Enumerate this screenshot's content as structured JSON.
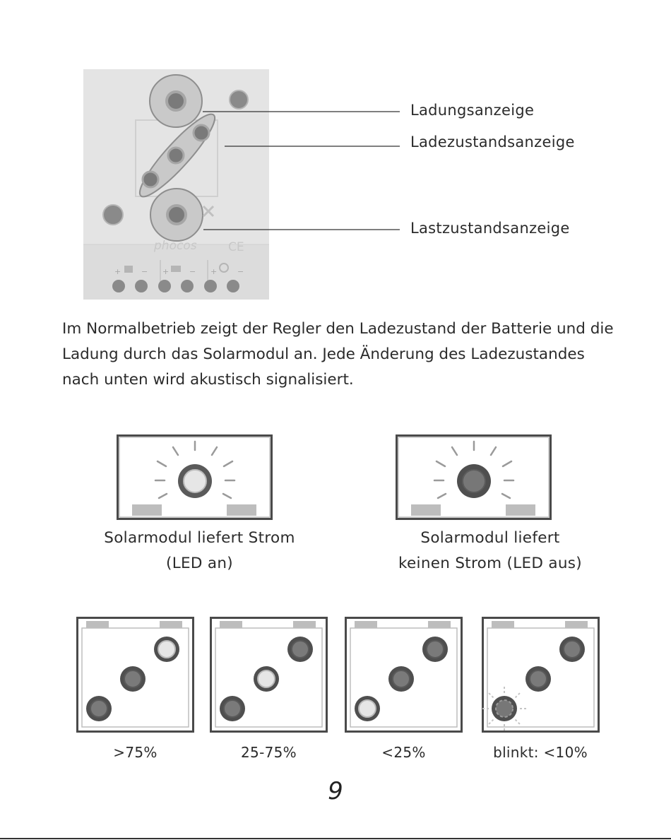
{
  "callouts": {
    "charge": "Ladungsanzeige",
    "state_of_charge": "Ladezustandsanzeige",
    "load": "Lastzustandsanzeige"
  },
  "device": {
    "brand": "phocos",
    "ce_mark": "CE"
  },
  "paragraph": "Im Normalbetrieb zeigt der Regler den Ladezustand der Batterie und die Ladung durch das Solarmodul an. Jede Änderung des Ladezustandes nach unten wird akustisch signalisiert.",
  "solar_states": [
    {
      "line1": "Solarmodul liefert Strom",
      "line2": "(LED an)",
      "led": "on"
    },
    {
      "line1": "Solarmodul liefert",
      "line2": "keinen Strom (LED aus)",
      "led": "off"
    }
  ],
  "battery_levels": [
    {
      "label": ">75%",
      "lit_led": "top"
    },
    {
      "label": "25-75%",
      "lit_led": "middle"
    },
    {
      "label": "<25%",
      "lit_led": "bottom"
    },
    {
      "label": "blinkt: <10%",
      "lit_led": "bottom-blinking"
    }
  ],
  "page_number": "9",
  "colors": {
    "panel": "#e3e3e3",
    "led_off": "#7a7a7a",
    "led_ring": "#b9b9b9",
    "led_on": "#e6e6e6",
    "frame": "#4a4a4a"
  }
}
